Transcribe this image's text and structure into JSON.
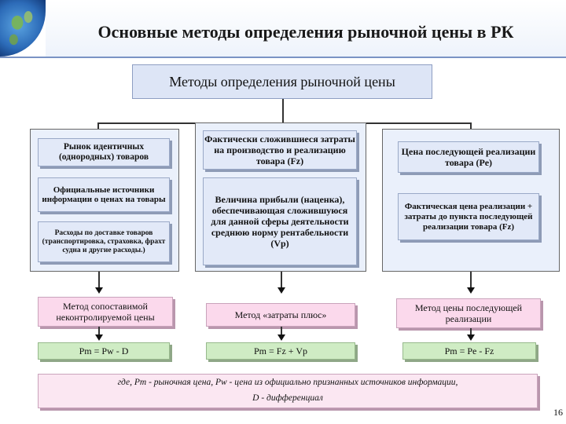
{
  "header": {
    "title": "Основные методы определения рыночной цены в РК"
  },
  "main_box": "Методы определения рыночной цены",
  "columns": [
    {
      "items": [
        "Рынок идентичных (однородных) товаров",
        "Официальные источники информации о ценах на товары",
        "Расходы по доставке товаров (транспортировка, страховка, фрахт судна и другие расходы.)"
      ],
      "method": "Метод сопоставимой неконтролируемой цены",
      "formula": "Рm = Рw - D"
    },
    {
      "items": [
        "Фактически сложившиеся затраты на производство и реализацию товара (Fz)",
        "Величина прибыли (наценка), обеспечивающая сложившуюся для данной сферы деятельности среднюю норму рентабельности (Vp)"
      ],
      "method": "Метод «затраты плюс»",
      "formula": "Рm = Fz + Vp"
    },
    {
      "items": [
        "Цена последующей реализации товара (Ре)",
        "Фактическая цена реализации + затраты до пункта последующей реализации товара (Fz)"
      ],
      "method": "Метод цены последующей реализации",
      "formula": "Рm = Рe - Fz"
    }
  ],
  "note": {
    "line1": "где, Рm - рыночная цена, Рw - цена из официально признанных источников информации,",
    "line2": "D - дифференциал"
  },
  "page_number": "16"
}
